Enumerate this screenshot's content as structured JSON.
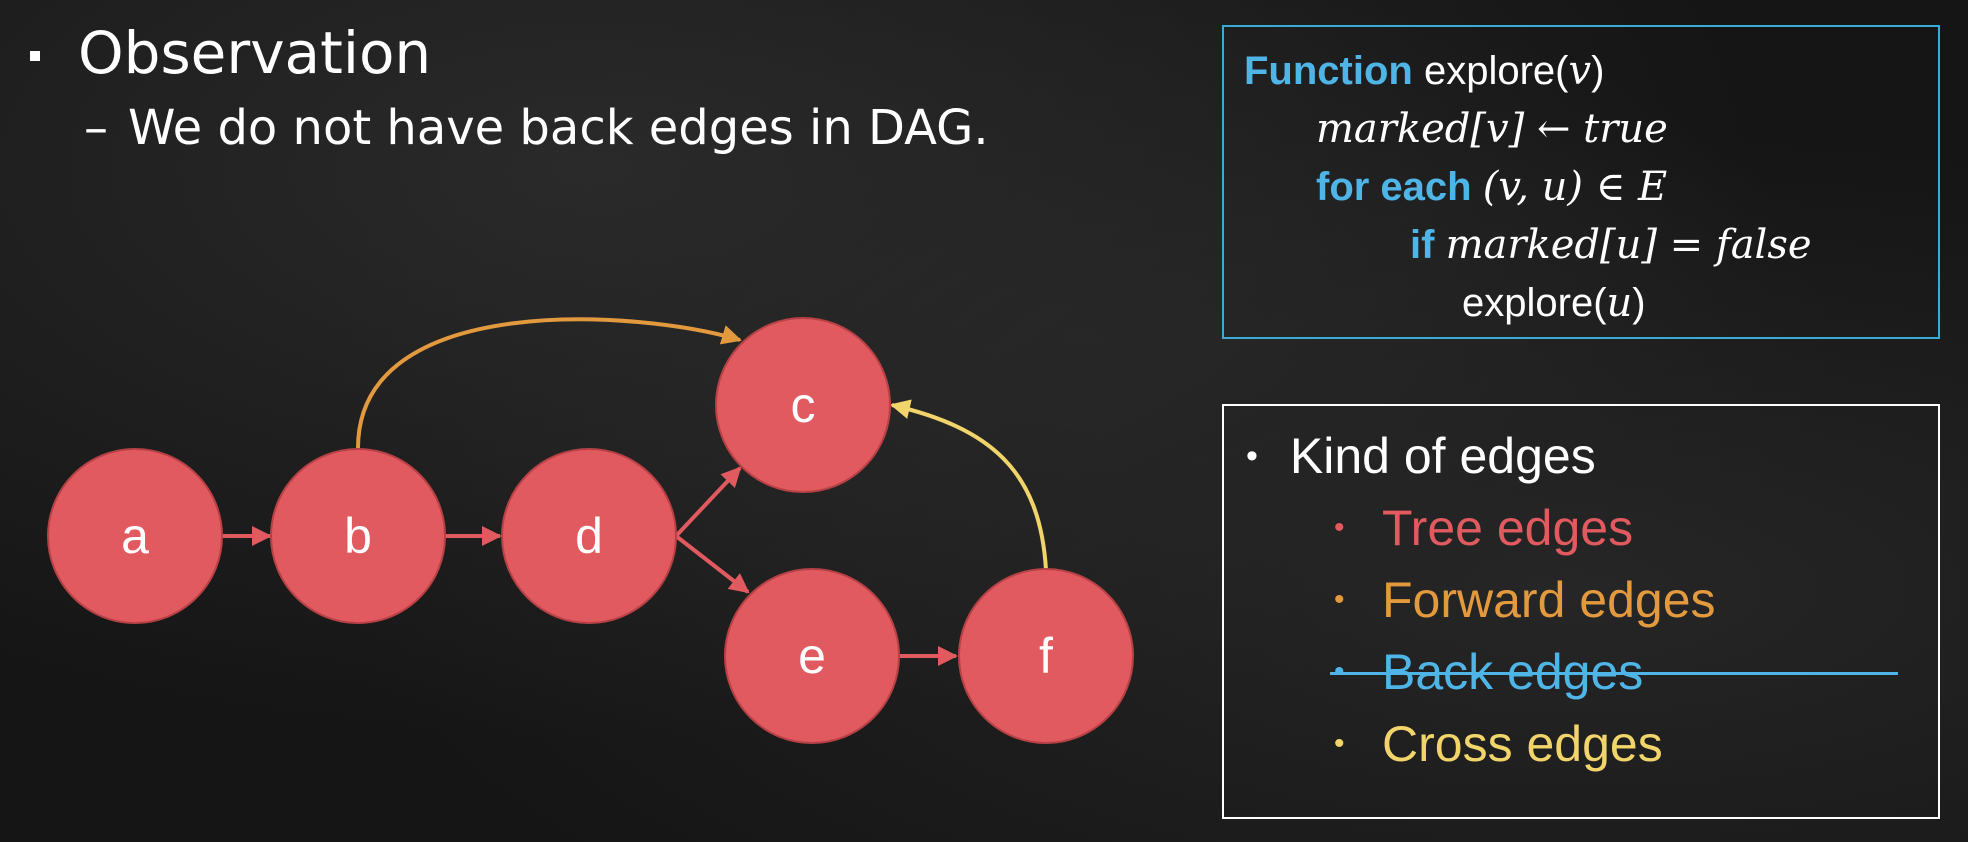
{
  "slide": {
    "bullet": "Observation",
    "sub_dash": "–",
    "sub_point": "We do not have back edges in DAG."
  },
  "pseudocode": {
    "line1_kw": "Function",
    "line1_name": "explore(",
    "line1_var": "v",
    "line1_close": ")",
    "line2": "marked[v] ← true",
    "line3_kw": "for each",
    "line3_expr": "(v, u) ∈ E",
    "line4_kw": "if",
    "line4_expr": "marked[u] = false",
    "line5_name": "explore(",
    "line5_var": "u",
    "line5_close": ")"
  },
  "edge_kinds": {
    "title_bullet": "•",
    "title": "Kind of edges",
    "items": [
      {
        "bullet": "•",
        "label": "Tree edges",
        "color": "#e05a5f"
      },
      {
        "bullet": "•",
        "label": "Forward edges",
        "color": "#e39a3e"
      },
      {
        "bullet": "•",
        "label": "Back edges",
        "color": "#4fb4e6",
        "struck": true
      },
      {
        "bullet": "•",
        "label": "Cross edges",
        "color": "#f2d56a"
      }
    ]
  },
  "graph": {
    "node_color": "#e05a5f",
    "nodes": [
      "a",
      "b",
      "c",
      "d",
      "e",
      "f"
    ],
    "tree_edge_color": "#e05a5f",
    "forward_edge_color": "#e39a3e",
    "cross_edge_color": "#f2d56a"
  }
}
